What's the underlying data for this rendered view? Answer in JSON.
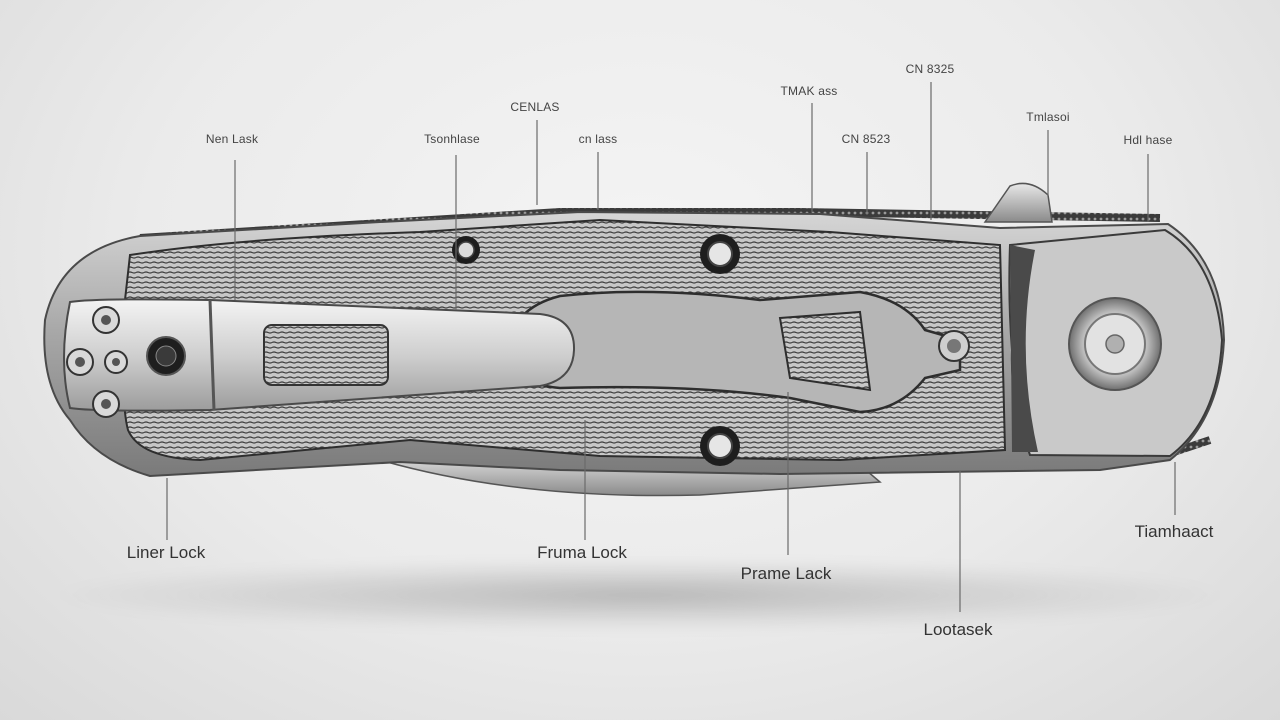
{
  "diagram": {
    "labels_top": [
      {
        "id": "liner",
        "text": "Nen Lask"
      },
      {
        "id": "tsomhase",
        "text": "Tsonhlase"
      },
      {
        "id": "cenlaas",
        "text": "CENLAS"
      },
      {
        "id": "cnlass",
        "text": "cn lass"
      },
      {
        "id": "tmak",
        "text": "TMAK ass"
      },
      {
        "id": "cnas",
        "text": "CN 8523"
      },
      {
        "id": "cnases",
        "text": "CN 8325"
      },
      {
        "id": "tmlasoi",
        "text": "Tmlasoi"
      },
      {
        "id": "hdase",
        "text": "Hdl hase"
      }
    ],
    "labels_bottom": [
      {
        "id": "liner-lock",
        "text": "Liner Lock"
      },
      {
        "id": "frame-lock",
        "text": "Fruma Lock"
      },
      {
        "id": "prame-lock",
        "text": "Prame Lack"
      },
      {
        "id": "lootasek",
        "text": "Lootasek"
      },
      {
        "id": "tiamhpact",
        "text": "Tiamhaact"
      }
    ]
  },
  "colors": {
    "frame": "#b9b9b9",
    "frame_dark": "#5a5a5a",
    "liner_line": "#2e2e2e",
    "leader": "#6a6a6a"
  }
}
